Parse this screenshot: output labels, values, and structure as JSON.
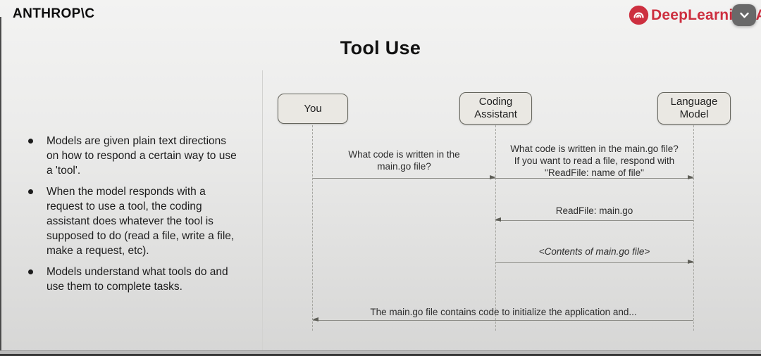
{
  "header": {
    "anthropic_logo": "ANTHROP\\C",
    "deeplearning_logo": "DeepLearning.AI",
    "chevron_button_icon": "chevron-down"
  },
  "title": "Tool Use",
  "bullets": [
    {
      "text": "Models are given plain text directions on how to respond a certain way to use a 'tool'.",
      "lines": [
        "Models are given plain text directions",
        "on how to respond a certain way to use",
        "a 'tool'."
      ]
    },
    {
      "text": "When the model responds with a request to use a tool, the coding assistant does whatever the tool is supposed to do (read a file, write a file, make a request, etc).",
      "lines": [
        "When the model responds with a",
        "request to use a tool, the coding",
        "assistant does whatever the tool is",
        "supposed to do (read a file, write a file,",
        "make a request, etc)."
      ]
    },
    {
      "text": "Models understand what tools do and use them to complete tasks.",
      "lines": [
        "Models understand what tools do and",
        "use them to complete tasks."
      ]
    }
  ],
  "diagram": {
    "actors": [
      {
        "label": "You"
      },
      {
        "label": "Coding Assistant"
      },
      {
        "label": "Language Model"
      }
    ],
    "messages": [
      {
        "from": "You",
        "to": "Coding Assistant",
        "direction": "right",
        "text": "What code is written in the main.go file?",
        "lines": [
          "What code is written in the",
          "main.go file?"
        ]
      },
      {
        "from": "Coding Assistant",
        "to": "Language Model",
        "direction": "right",
        "text": "What code is written in the main.go file? If you want to read a file, respond with \"ReadFile: name of file\"",
        "lines": [
          "What code is written in the main.go file?",
          "If you want to read a file, respond with",
          "\"ReadFile: name of file\""
        ]
      },
      {
        "from": "Language Model",
        "to": "Coding Assistant",
        "direction": "left",
        "text": "ReadFile: main.go",
        "lines": [
          "ReadFile: main.go"
        ]
      },
      {
        "from": "Coding Assistant",
        "to": "Language Model",
        "direction": "right",
        "text": "<Contents of main.go file>",
        "lines": [
          "<Contents of main.go file>"
        ]
      },
      {
        "from": "Language Model",
        "to": "You",
        "direction": "left",
        "text": "The main.go file contains code to initialize the application and...",
        "lines": [
          "The main.go file contains code to initialize the application and..."
        ]
      }
    ]
  },
  "colors": {
    "brand_red": "#cd2f3f",
    "slide_bg_top": "#f3f3f2",
    "slide_bg_bottom": "#d6d6d5",
    "actor_fill": "#eae8e3",
    "actor_border": "#66665e",
    "text": "#1c1c1c"
  }
}
